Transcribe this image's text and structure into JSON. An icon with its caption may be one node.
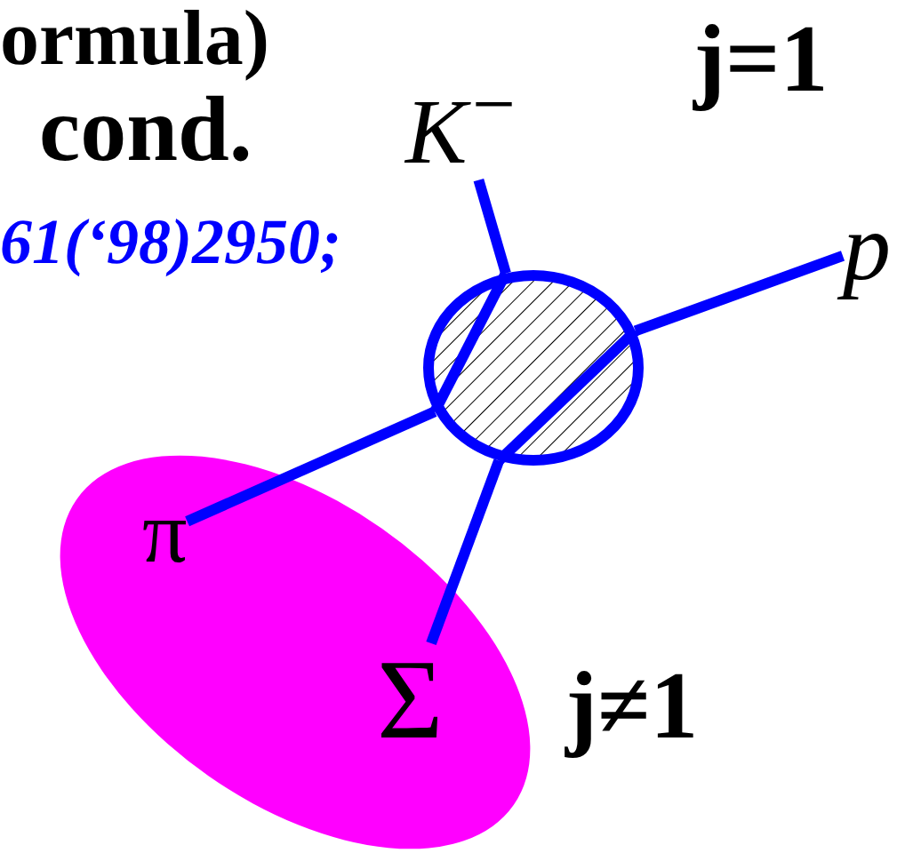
{
  "diagram": {
    "nodes": [
      {
        "text": [
          "K$^{−}$"
        ]
      },
      {
        "text": [
          "p"
        ]
      },
      {
        "text": [],
        "shape": "circle"
      },
      {
        "text": [],
        "shape": "circle"
      },
      {
        "text": [
          "π"
        ],
        "in": 3
      },
      {
        "text": [
          "Σ"
        ],
        "in": 3
      }
    ],
    "edges": [
      {
        "from": 0,
        "to": 2,
        "arrow": "none"
      },
      {
        "from": 2,
        "to": 4,
        "arrow": "none"
      },
      {
        "from": 1,
        "to": 2,
        "arrow": "none"
      },
      {
        "from": 2,
        "to": 5,
        "arrow": "none"
      }
    ],
    "labels": [
      "ormula)",
      "j=1",
      "cond.",
      "61(‘98)2950;",
      "j≠1"
    ]
  }
}
